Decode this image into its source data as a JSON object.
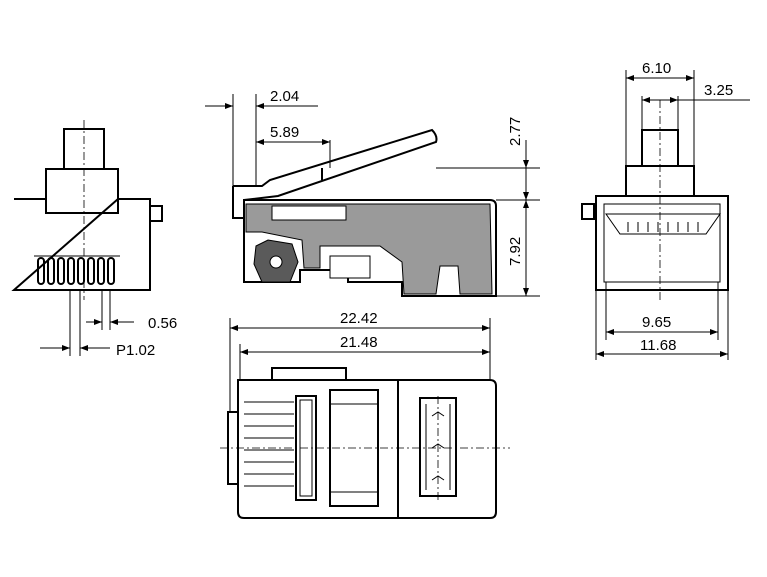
{
  "dimensions": {
    "front_pin_width": "0.56",
    "front_pitch": "P1.02",
    "side_latch_offset": "2.04",
    "side_latch_length": "5.89",
    "side_latch_height": "2.77",
    "side_body_height": "7.92",
    "top_total_length": "22.42",
    "top_body_length": "21.48",
    "rear_top_width": "6.10",
    "rear_tab_width": "3.25",
    "rear_inner_width": "9.65",
    "rear_outer_width": "11.68"
  },
  "colors": {
    "line": "#000000",
    "body_fill": "#ffffff",
    "section_fill": "#9a9a9a",
    "contact_fill": "#5a5a5a"
  }
}
